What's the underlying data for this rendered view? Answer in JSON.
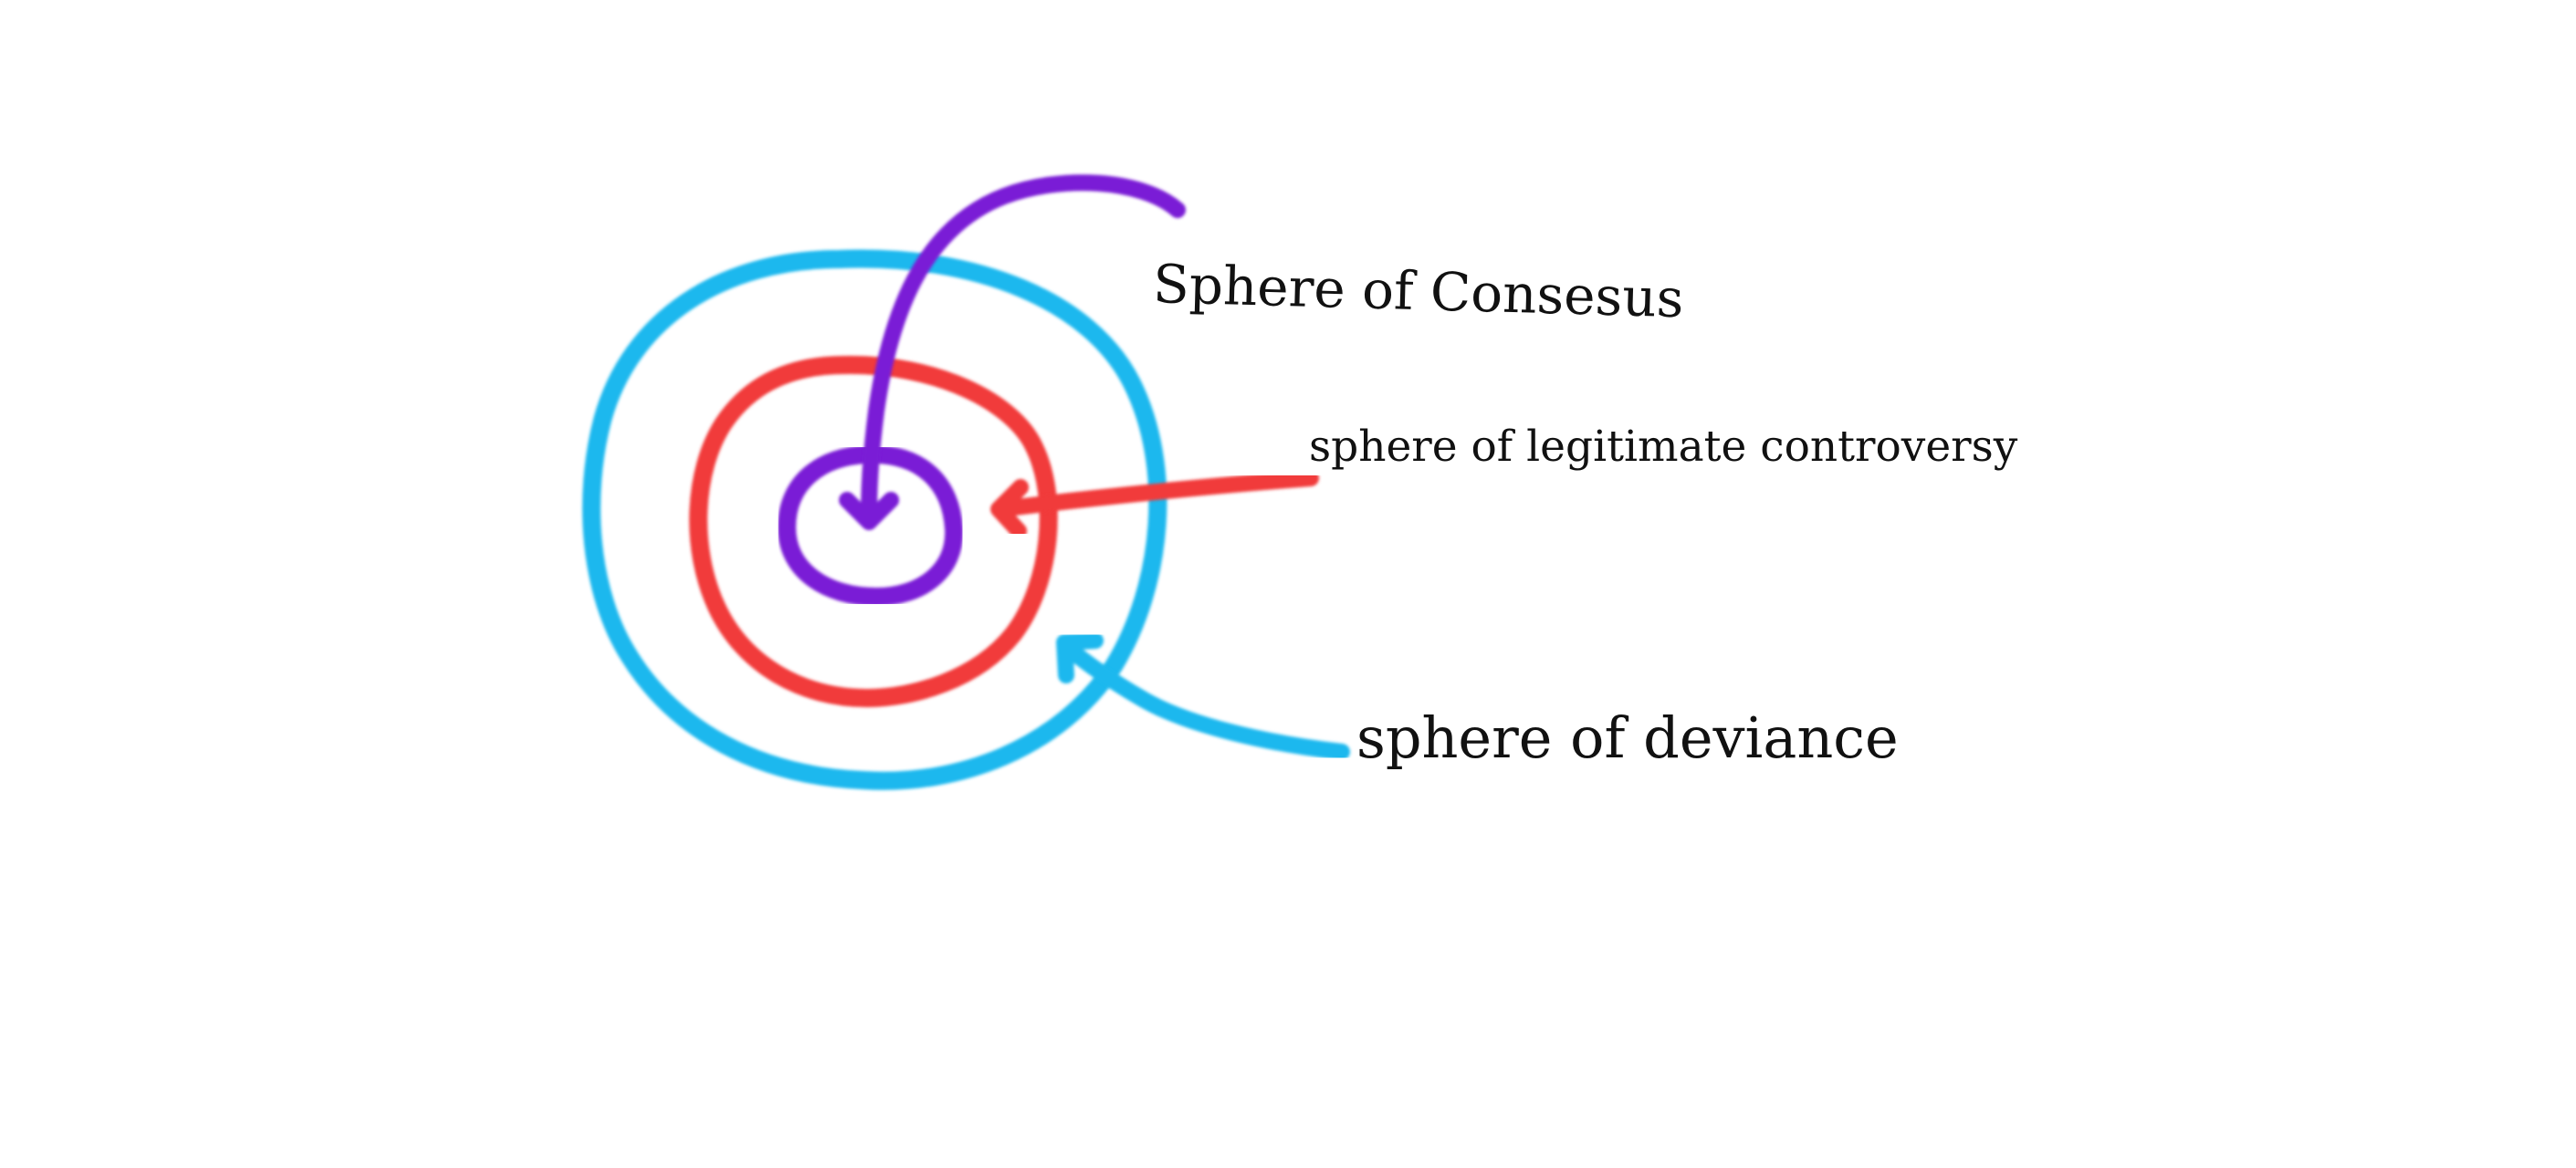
{
  "diagram": {
    "labels": {
      "consensus": "Sphere of Consesus",
      "legitimate_controversy": "sphere of legitimate controversy",
      "deviance": "sphere of deviance"
    },
    "colors": {
      "consensus": "#7a1fd6",
      "legitimate_controversy": "#f13b3b",
      "deviance": "#1ab8ee",
      "text": "#111111",
      "background": "#ffffff"
    },
    "icons": {
      "consensus_pointer": "arrow-down-icon",
      "controversy_pointer": "arrow-left-icon",
      "deviance_pointer": "arrow-up-left-icon"
    }
  }
}
